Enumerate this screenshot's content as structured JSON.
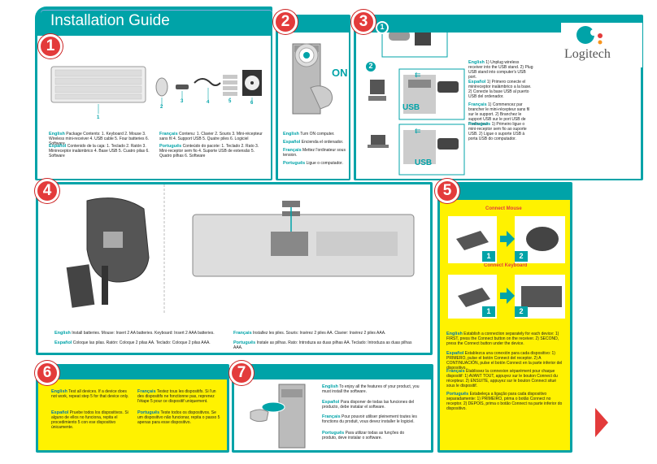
{
  "header": {
    "title": "Installation Guide"
  },
  "brand": {
    "name": "Logitech",
    "accent": "#00a3a8",
    "step_color": "#e33b3b",
    "highlight": "#fff200"
  },
  "steps": [
    "1",
    "2",
    "3",
    "4",
    "5",
    "6",
    "7"
  ],
  "step1": {
    "callouts": [
      "1",
      "2",
      "3",
      "4",
      "5",
      "6"
    ],
    "english": {
      "lang": "English",
      "text": "Package Contents: 1. Keyboard 2. Mouse 3. Wireless mini-receiver 4. USB cable 5. Four batteries 6. Software"
    },
    "espanol": {
      "lang": "Español",
      "text": "Contenido de la caja: 1. Teclado 2. Ratón 3. Minireceptor inalámbrico 4. Base USB 5. Cuatro pilas 6. Software"
    },
    "francais": {
      "lang": "Français",
      "text": "Contenu: 1. Clavier 2. Souris 3. Mini-récepteur sans fil 4. Support USB 5. Quatre piles 6. Logiciel"
    },
    "portugues": {
      "lang": "Português",
      "text": "Conteúdo do pacote: 1. Teclado 2. Rato 3. Mini-receptor sem fio 4. Suporte USB de extensão 5. Quatro pilhas 6. Software"
    }
  },
  "step2": {
    "on_label": "ON",
    "english": {
      "lang": "English",
      "text": "Turn ON computer."
    },
    "espanol": {
      "lang": "Español",
      "text": "Encienda el ordenador."
    },
    "francais": {
      "lang": "Français",
      "text": "Mettez l'ordinateur sous tension."
    },
    "portugues": {
      "lang": "Português",
      "text": "Ligue o computador."
    }
  },
  "step3": {
    "sub1": "1",
    "sub2": "2",
    "usb1": "USB",
    "usb2": "USB",
    "english": {
      "lang": "English",
      "text": "1) Unplug wireless receiver into the USB stand. 2) Plug USB stand into computer's USB port."
    },
    "espanol": {
      "lang": "Español",
      "text": "1) Primero conecte el minireceptor inalámbrico a la base. 2) Conecte la base USB al puerto USB del ordenador."
    },
    "francais": {
      "lang": "Français",
      "text": "1) Commencez par brancher le mini-récepteur sans fil sur le support. 2) Branchez le support USB sur le port USB de l'ordinateur."
    },
    "portugues": {
      "lang": "Português",
      "text": "1) Primeiro ligue o mini-receptor sem fio ao suporte USB. 2) Ligue o suporte USB à porta USB do computador."
    }
  },
  "step4": {
    "english": {
      "lang": "English",
      "text": "Install batteries. Mouse: Insert 2 AA batteries. Keyboard: Insert 2 AAA batteries."
    },
    "espanol": {
      "lang": "Español",
      "text": "Coloque las pilas. Ratón: Coloque 2 pilas AA. Teclado: Coloque 2 pilas AAA."
    },
    "francais": {
      "lang": "Français",
      "text": "Installez les piles. Souris: Insérez 2 piles AA. Clavier: Insérez 2 piles AAA."
    },
    "portugues": {
      "lang": "Português",
      "text": "Instale as pilhas. Rato: Introduza as duas pilhas AA. Teclado: Introduza as duas pilhas AAA."
    }
  },
  "step5": {
    "connect_mouse": "Connect Mouse",
    "connect_keyboard": "Connect Keyboard",
    "badges": [
      "1",
      "2",
      "1",
      "2"
    ],
    "english": {
      "lang": "English",
      "text": "Establish a connection separately for each device: 1) FIRST, press the Connect button on the receiver. 2) SECOND, press the Connect button under the device."
    },
    "espanol": {
      "lang": "Español",
      "text": "Establezca una conexión para cada dispositivo: 1) PRIMERO, pulse el botón Connect del receptor. 2) A CONTINUACIÓN, pulse el botón Connect en la parte inferior del dispositivo."
    },
    "francais": {
      "lang": "Français",
      "text": "Établissez la connexion séparément pour chaque dispositif: 1) AVANT TOUT, appuyez sur le bouton Connect du récepteur. 2) ENSUITE, appuyez sur le bouton Connect situé sous le dispositif."
    },
    "portugues": {
      "lang": "Português",
      "text": "Estabeleça a ligação para cada dispositivo separadamente: 1) PRIMEIRO, prima o botão Connect no receptor. 2) DEPOIS, prima o botão Connect na parte inferior do dispositivo."
    }
  },
  "step6": {
    "english": {
      "lang": "English",
      "text": "Test all devices. If a device does not work, repeat step 5 for that device only."
    },
    "espanol": {
      "lang": "Español",
      "text": "Pruebe todos los dispositivos. Si alguno de ellos no funciona, repita el procedimiento 5 con ese dispositivo únicamente."
    },
    "francais": {
      "lang": "Français",
      "text": "Testez tous les dispositifs. Si l'un des dispositifs ne fonctionne pas, reprenez l'étape 5 pour ce dispositif uniquement."
    },
    "portugues": {
      "lang": "Português",
      "text": "Teste todos os dispositivos. Se um dispositivo não funcionar, repita o passo 5 apenas para esse dispositivo."
    }
  },
  "step7": {
    "english": {
      "lang": "English",
      "text": "To enjoy all the features of your product, you must install the software."
    },
    "espanol": {
      "lang": "Español",
      "text": "Para disponer de todas las funciones del producto, debe instalar el software."
    },
    "francais": {
      "lang": "Français",
      "text": "Pour pouvoir utiliser pleinement toutes les fonctions du produit, vous devez installer le logiciel."
    },
    "portugues": {
      "lang": "Português",
      "text": "Para utilizar todas as funções do produto, deve instalar o software."
    }
  }
}
